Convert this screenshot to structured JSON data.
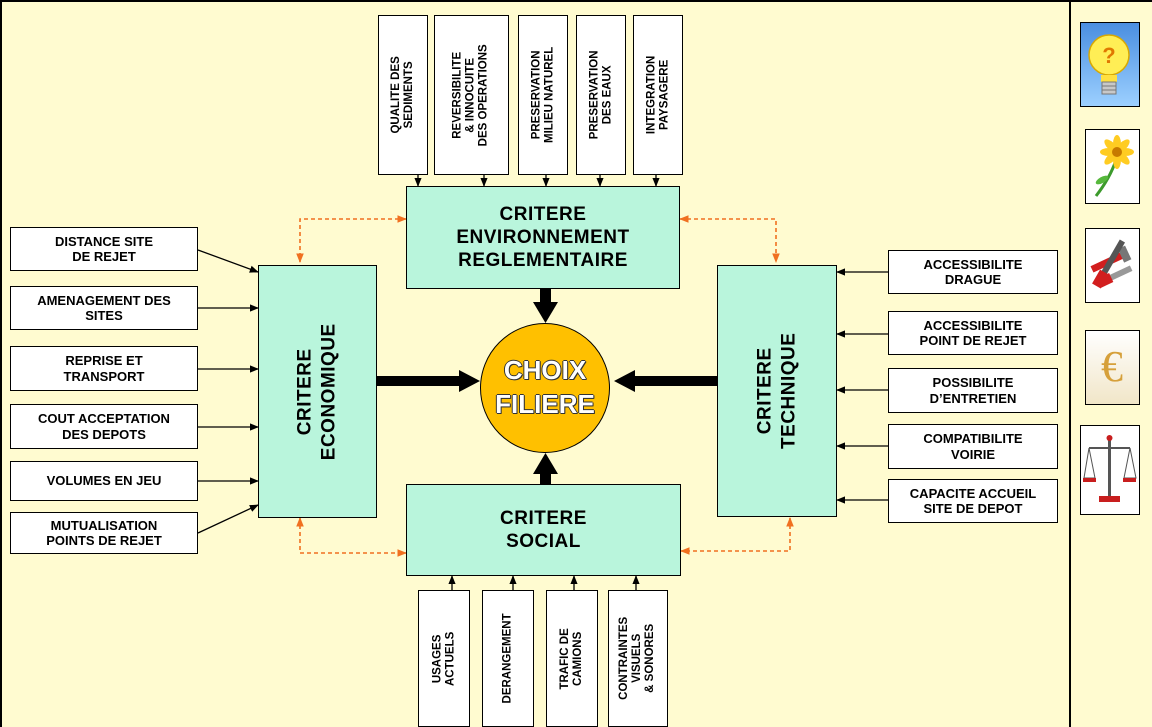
{
  "center": {
    "label": "CHOIX\nFILIERE"
  },
  "criteria": {
    "environment": "CRITERE\nENVIRONNEMENT\nREGLEMENTAIRE",
    "economic": "CRITERE\nECONOMIQUE",
    "technical": "CRITERE\nTECHNIQUE",
    "social": "CRITERE\nSOCIAL"
  },
  "top_factors": [
    "QUALITE DES\nSEDIMENTS",
    "REVERSIBILITE\n& INNOCUITE\nDES OPERATIONS",
    "PRESERVATION\nMILIEU NATUREL",
    "PRESERVATION\nDES EAUX",
    "INTEGRATION\nPAYSAGERE"
  ],
  "left_factors": [
    "DISTANCE SITE\nDE REJET",
    "AMENAGEMENT DES\nSITES",
    "REPRISE ET\nTRANSPORT",
    "COUT ACCEPTATION\nDES DEPOTS",
    "VOLUMES EN JEU",
    "MUTUALISATION\nPOINTS DE REJET"
  ],
  "right_factors": [
    "ACCESSIBILITE\nDRAGUE",
    "ACCESSIBILITE\nPOINT DE REJET",
    "POSSIBILITE\nD’ENTRETIEN",
    "COMPATIBILITE\nVOIRIE",
    "CAPACITE ACCUEIL\nSITE DE DEPOT"
  ],
  "bottom_factors": [
    "USAGES\nACTUELS",
    "DERANGEMENT",
    "TRAFIC DE\nCAMIONS",
    "CONTRAINTES\nVISUELS\n& SONORES"
  ],
  "sidebar_icons": [
    "lightbulb-question-icon",
    "flower-icon",
    "tools-icon",
    "euro-icon",
    "scales-icon"
  ],
  "colors": {
    "criteria": "#b9f5dc",
    "center": "#ffc000",
    "background": "#fffbd0",
    "dashed_link": "#f07020"
  }
}
